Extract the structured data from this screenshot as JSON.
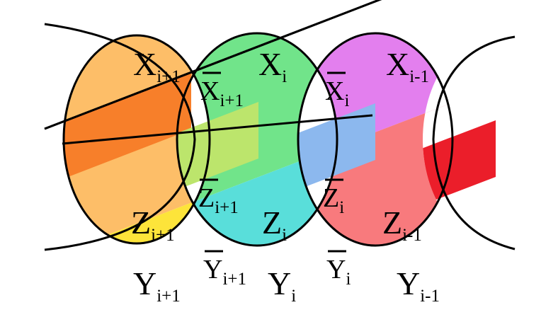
{
  "colors": {
    "x_next": "#FDBE68",
    "x_cur": "#71E48A",
    "x_prev": "#E37FEE",
    "z_next": "#FDE43A",
    "z_cur": "#59DEDA",
    "z_prev": "#F87A7D",
    "band_next": "#F77F2A",
    "band_cur_left": "#BCE56C",
    "band_cur_right": "#8CB8EE",
    "band_prev": "#EB1E2A",
    "outline": "#000000",
    "background": "#FFFFFF"
  },
  "labels": {
    "x_next": {
      "base": "X",
      "sub": "i+1"
    },
    "x_cur": {
      "base": "X",
      "sub": "i"
    },
    "x_prev": {
      "base": "X",
      "sub": "i-1"
    },
    "xbar_next": {
      "base": "X",
      "sub": "i+1"
    },
    "xbar_cur": {
      "base": "X",
      "sub": "i"
    },
    "z_next": {
      "base": "Z",
      "sub": "i+1"
    },
    "z_cur": {
      "base": "Z",
      "sub": "i"
    },
    "z_prev": {
      "base": "Z",
      "sub": "i-1"
    },
    "zbar_next": {
      "base": "Z",
      "sub": "i+1"
    },
    "zbar_cur": {
      "base": "Z",
      "sub": "i"
    },
    "y_next": {
      "base": "Y",
      "sub": "i+1"
    },
    "y_cur": {
      "base": "Y",
      "sub": "i"
    },
    "y_prev": {
      "base": "Y",
      "sub": "i-1"
    },
    "ybar_next": {
      "base": "Y",
      "sub": "i+1"
    },
    "ybar_cur": {
      "base": "Y",
      "sub": "i"
    }
  }
}
